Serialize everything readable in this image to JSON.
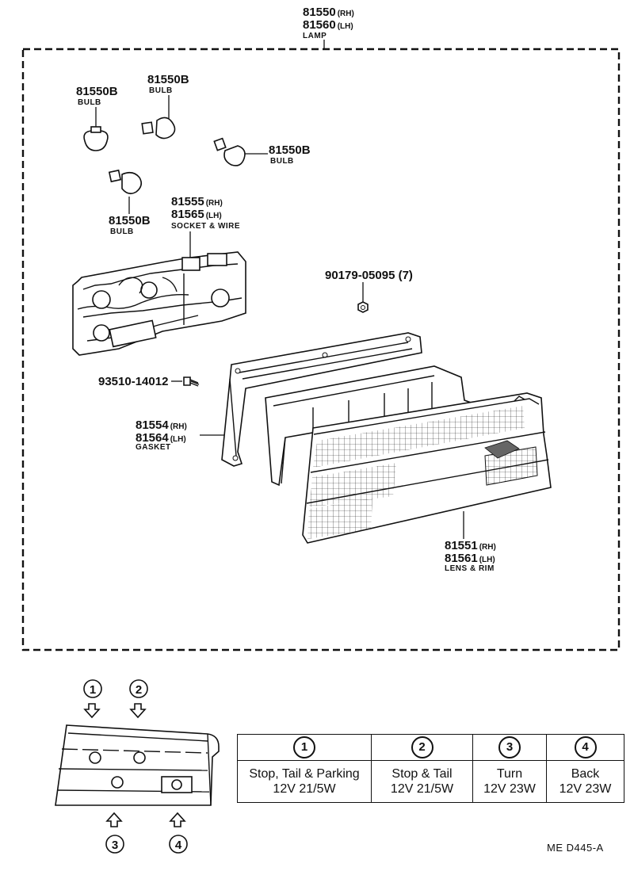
{
  "callouts": {
    "lamp": {
      "number_rh": "81550",
      "suffix_rh": "(RH)",
      "number_lh": "81560",
      "suffix_lh": "(LH)",
      "name": "LAMP"
    },
    "bulb_1": {
      "number": "81550B",
      "name": "BULB"
    },
    "bulb_2": {
      "number": "81550B",
      "name": "BULB"
    },
    "bulb_3": {
      "number": "81550B",
      "name": "BULB"
    },
    "bulb_4": {
      "number": "81550B",
      "name": "BULB"
    },
    "socket": {
      "number_rh": "81555",
      "suffix_rh": "(RH)",
      "number_lh": "81565",
      "suffix_lh": "(LH)",
      "name": "SOCKET & WIRE"
    },
    "nut": {
      "number": "90179-05095 (7)"
    },
    "screw": {
      "number": "93510-14012"
    },
    "gasket": {
      "number_rh": "81554",
      "suffix_rh": "(RH)",
      "number_lh": "81564",
      "suffix_lh": "(LH)",
      "name": "GASKET"
    },
    "lens": {
      "number_rh": "81551",
      "suffix_rh": "(RH)",
      "number_lh": "81561",
      "suffix_lh": "(LH)",
      "name": "LENS & RIM"
    }
  },
  "position_markers": [
    "1",
    "2",
    "3",
    "4"
  ],
  "bulb_table": {
    "columns": [
      {
        "marker": "1",
        "function": "Stop, Tail & Parking",
        "spec": "12V 21/5W"
      },
      {
        "marker": "2",
        "function": "Stop & Tail",
        "spec": "12V 21/5W"
      },
      {
        "marker": "3",
        "function": "Turn",
        "spec": "12V 23W"
      },
      {
        "marker": "4",
        "function": "Back",
        "spec": "12V 23W"
      }
    ]
  },
  "diagram_code": "ME  D445-A"
}
